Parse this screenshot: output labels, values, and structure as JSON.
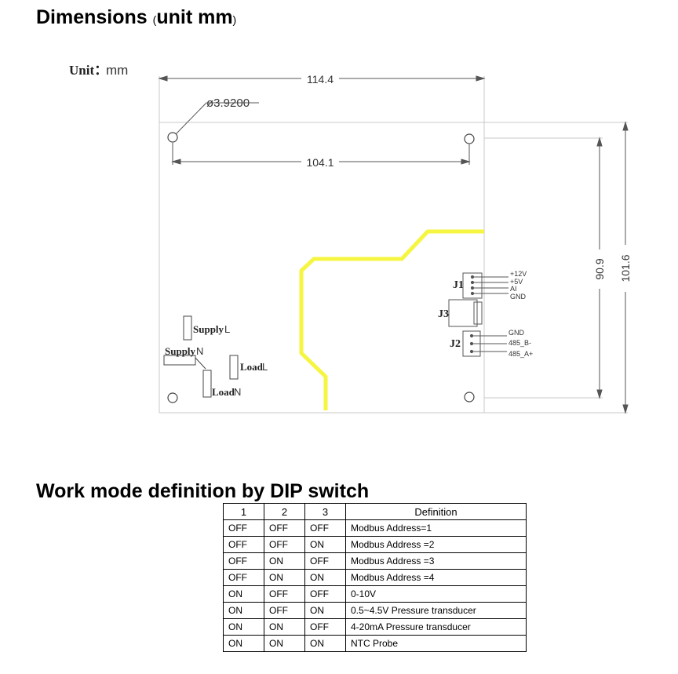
{
  "dimensions_heading": {
    "title": "Dimensions",
    "paren_open": "(",
    "unit": "unit mm",
    "paren_close": ")"
  },
  "drawing": {
    "unit_label": "Unit：",
    "unit_value": "mm",
    "dim_width": "114.4",
    "dim_hole_spacing_h": "104.1",
    "dim_hole_spacing_v": "90.9",
    "dim_height": "101.6",
    "hole_diameter": "ø3.9200",
    "j1_label": "J1",
    "j1_pins": [
      "+12V",
      "+5V",
      "AI",
      "GND"
    ],
    "j2_label": "J2",
    "j2_pins": [
      "GND",
      "485_B-",
      "485_A+"
    ],
    "j3_label": "J3",
    "supply_l": "Supply",
    "supply_l_suffix": "L",
    "supply_n": "Supply",
    "supply_n_suffix": "N",
    "load_l": "Load",
    "load_l_suffix": "L",
    "load_n": "Load",
    "load_n_suffix": "N",
    "trace_color": "#f5f542"
  },
  "dip_heading": {
    "title": "Work mode definition by DIP switch"
  },
  "dip_table": {
    "headers": [
      "1",
      "2",
      "3",
      "Definition"
    ],
    "rows": [
      [
        "OFF",
        "OFF",
        "OFF",
        "Modbus Address=1"
      ],
      [
        "OFF",
        "OFF",
        "ON",
        "Modbus Address =2"
      ],
      [
        "OFF",
        "ON",
        "OFF",
        "Modbus Address =3"
      ],
      [
        "OFF",
        "ON",
        "ON",
        "Modbus Address =4"
      ],
      [
        "ON",
        "OFF",
        "OFF",
        "0-10V"
      ],
      [
        "ON",
        "OFF",
        "ON",
        "0.5~4.5V Pressure transducer"
      ],
      [
        "ON",
        "ON",
        "OFF",
        "4-20mA   Pressure transducer"
      ],
      [
        "ON",
        "ON",
        "ON",
        "NTC Probe"
      ]
    ]
  }
}
